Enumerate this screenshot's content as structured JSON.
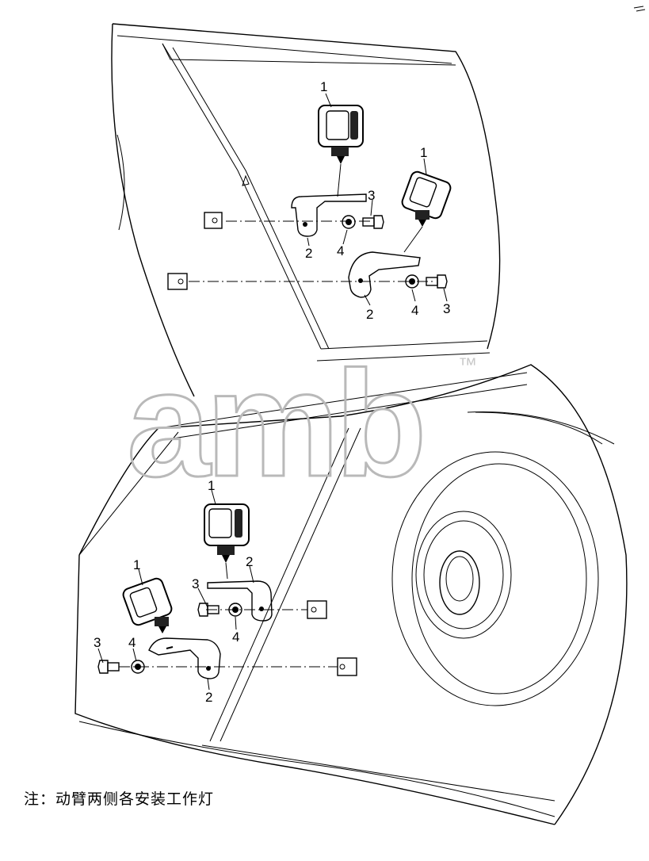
{
  "callouts": {
    "upper_light_a": "1",
    "upper_light_b": "1",
    "upper_bracket_a": "2",
    "upper_bracket_b": "2",
    "upper_bolt_a": "3",
    "upper_bolt_b": "3",
    "upper_washer_a": "4",
    "upper_washer_b": "4",
    "lower_light_a": "1",
    "lower_light_b": "1",
    "lower_bracket_a": "2",
    "lower_bracket_b": "2",
    "lower_bolt_a": "3",
    "lower_bolt_b": "3",
    "lower_washer_a": "4",
    "lower_washer_b": "4"
  },
  "watermark": {
    "text": "amb",
    "trademark": "™"
  },
  "note": "注：动臂两侧各安装工作灯"
}
